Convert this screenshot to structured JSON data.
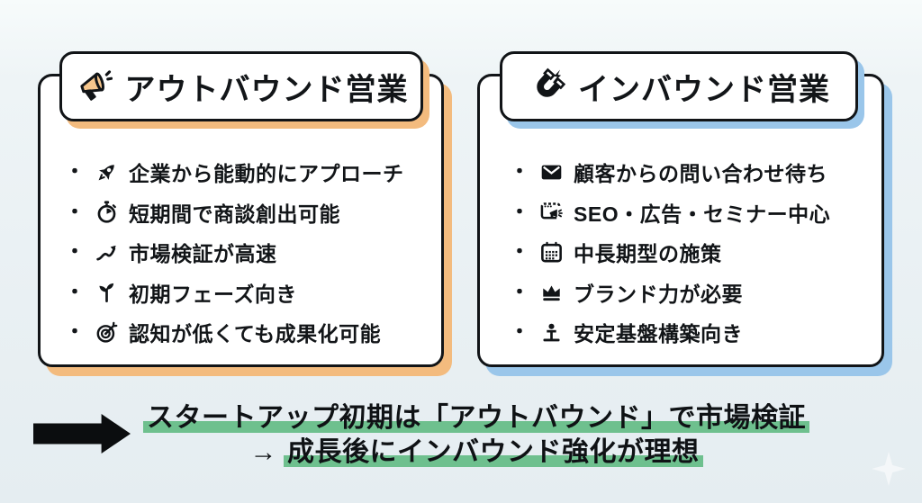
{
  "list_bullet": "・",
  "colors": {
    "outbound_accent": "#f3bb7e",
    "inbound_accent": "#9ac6ea",
    "highlight_green": "#6ec08e",
    "ink": "#111417",
    "background": "#edf3f6"
  },
  "cards": [
    {
      "title": "アウトバウンド営業",
      "title_icon": "megaphone-icon",
      "items": [
        {
          "icon": "rocket-icon",
          "text": "企業から能動的にアプローチ"
        },
        {
          "icon": "stopwatch-icon",
          "text": "短期間で商談創出可能"
        },
        {
          "icon": "chart-up-icon",
          "text": "市場検証が高速"
        },
        {
          "icon": "seedling-icon",
          "text": "初期フェーズ向き"
        },
        {
          "icon": "target-icon",
          "text": "認知が低くても成果化可能"
        }
      ]
    },
    {
      "title": "インバウンド営業",
      "title_icon": "magnet-icon",
      "items": [
        {
          "icon": "mail-icon",
          "text": "顧客からの問い合わせ待ち"
        },
        {
          "icon": "ad-window-icon",
          "text": "SEO・広告・セミナー中心"
        },
        {
          "icon": "calendar-icon",
          "text": "中長期型の施策"
        },
        {
          "icon": "crown-icon",
          "text": "ブランド力が必要"
        },
        {
          "icon": "pedestal-icon",
          "text": "安定基盤構築向き"
        }
      ]
    }
  ],
  "conclusion": {
    "line1": "スタートアップ初期は「アウトバウンド」で市場検証",
    "line2_prefix": "→",
    "line2_highlight": "成長後にインバウンド強化が理想"
  }
}
